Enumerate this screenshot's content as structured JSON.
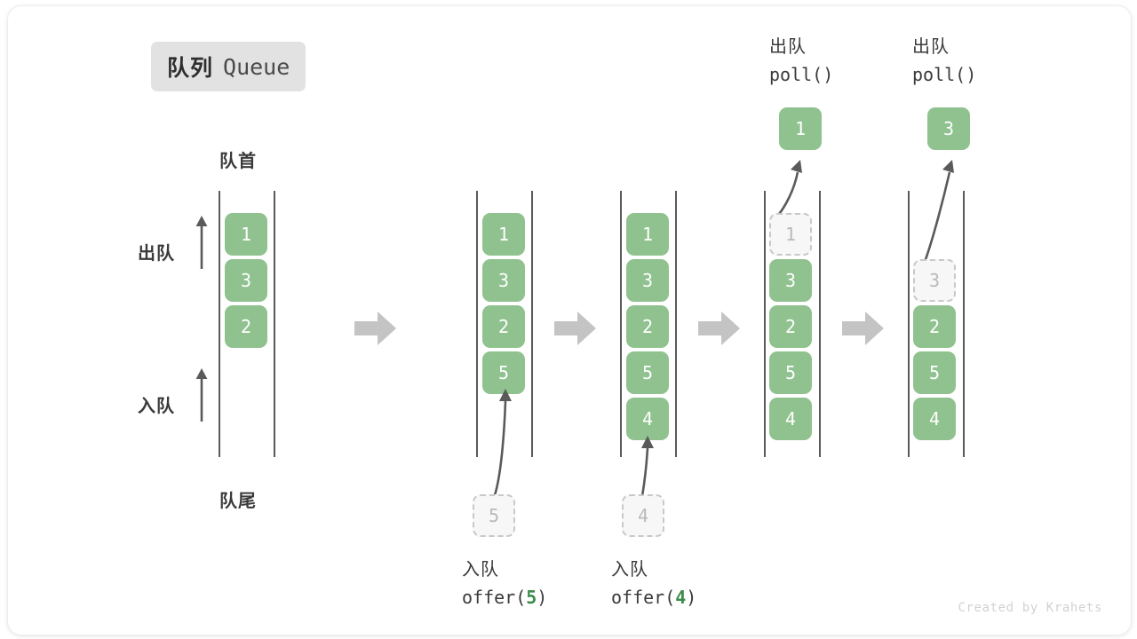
{
  "title": {
    "cn": "队列",
    "en": "Queue"
  },
  "labels": {
    "head": "队首",
    "tail": "队尾",
    "dequeue_side": "出队",
    "enqueue_side": "入队"
  },
  "watermark": "Created by Krahets",
  "colors": {
    "cell_fill": "#8fc28e",
    "cell_text": "#ffffff",
    "ghost_fill": "#f7f7f7",
    "ghost_border": "#c8c8c8",
    "ghost_text": "#b9b9b9",
    "rail": "#5a5a5a",
    "step_arrow": "#c4c4c4",
    "badge_bg": "#e2e2e2",
    "arg_green": "#3c8c4a",
    "text": "#3a3a3a",
    "watermark": "#d2d2d2"
  },
  "steps": [
    {
      "id": "initial",
      "cells": [
        {
          "value": "1",
          "state": "filled"
        },
        {
          "value": "3",
          "state": "filled"
        },
        {
          "value": "2",
          "state": "filled"
        }
      ],
      "caption": null,
      "incoming": null,
      "outgoing": null
    },
    {
      "id": "offer-5",
      "cells": [
        {
          "value": "1",
          "state": "filled"
        },
        {
          "value": "3",
          "state": "filled"
        },
        {
          "value": "2",
          "state": "filled"
        },
        {
          "value": "5",
          "state": "filled"
        }
      ],
      "caption": {
        "cn": "入队",
        "fn": "offer(",
        "arg": "5",
        "close": ")"
      },
      "incoming": {
        "value": "5",
        "state": "ghost"
      },
      "outgoing": null
    },
    {
      "id": "offer-4",
      "cells": [
        {
          "value": "1",
          "state": "filled"
        },
        {
          "value": "3",
          "state": "filled"
        },
        {
          "value": "2",
          "state": "filled"
        },
        {
          "value": "5",
          "state": "filled"
        },
        {
          "value": "4",
          "state": "filled"
        }
      ],
      "caption": {
        "cn": "入队",
        "fn": "offer(",
        "arg": "4",
        "close": ")"
      },
      "incoming": {
        "value": "4",
        "state": "ghost"
      },
      "outgoing": null
    },
    {
      "id": "poll-1",
      "cells": [
        {
          "value": "1",
          "state": "ghost"
        },
        {
          "value": "3",
          "state": "filled"
        },
        {
          "value": "2",
          "state": "filled"
        },
        {
          "value": "5",
          "state": "filled"
        },
        {
          "value": "4",
          "state": "filled"
        }
      ],
      "caption": null,
      "incoming": null,
      "outgoing": {
        "cn": "出队",
        "fn": "poll()",
        "value": "1"
      }
    },
    {
      "id": "poll-3",
      "cells": [
        {
          "value": "",
          "state": "empty"
        },
        {
          "value": "3",
          "state": "ghost"
        },
        {
          "value": "2",
          "state": "filled"
        },
        {
          "value": "5",
          "state": "filled"
        },
        {
          "value": "4",
          "state": "filled"
        }
      ],
      "caption": null,
      "incoming": null,
      "outgoing": {
        "cn": "出队",
        "fn": "poll()",
        "value": "3"
      }
    }
  ]
}
